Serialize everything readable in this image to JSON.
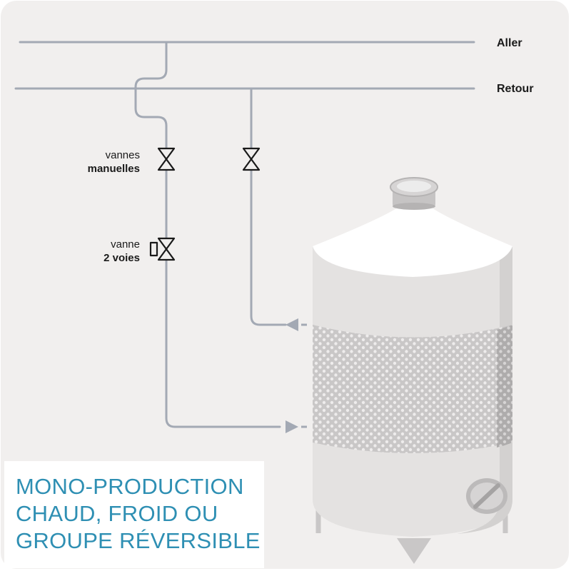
{
  "pipes": {
    "supply_label": "Aller",
    "return_label": "Retour"
  },
  "valves": {
    "manual_line1": "vannes",
    "manual_line2": "manuelles",
    "twoway_line1": "vanne",
    "twoway_line2": "2 voies"
  },
  "caption": {
    "line1": "MONO-PRODUCTION",
    "line2": "CHAUD, FROID OU",
    "line3": "GROUPE RÉVERSIBLE"
  },
  "colors": {
    "background": "#f1efee",
    "pipe": "#a3a9b4",
    "accent": "#2e8fb3",
    "tank_body": "#e4e2e1",
    "tank_cap": "#ffffff"
  }
}
